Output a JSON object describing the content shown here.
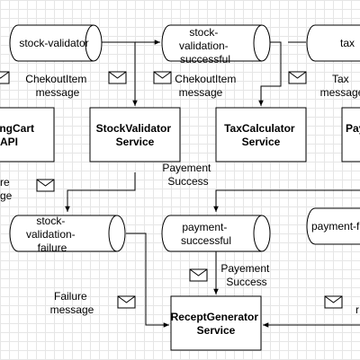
{
  "topics": {
    "stock_validator": "stock-validator",
    "stock_validation_successful": [
      "stock-",
      "validation-",
      "successful"
    ],
    "tax": "tax",
    "stock_validation_failure": [
      "stock-",
      "validation-",
      "failure"
    ],
    "payment_successful": [
      "payment-",
      "successful"
    ],
    "payment_failure": "payment-f"
  },
  "services": {
    "shopping_cart_api": [
      "pingCart",
      "API"
    ],
    "stock_validator_service": [
      "StockValidator",
      "Service"
    ],
    "tax_calculator_service": [
      "TaxCalculator",
      "Service"
    ],
    "payment_service": [
      "Pay"
    ],
    "receipt_generator_service": [
      "ReceptGenerator",
      "Service"
    ]
  },
  "messages": {
    "checkout_item_left": [
      "ChekoutItem",
      "message"
    ],
    "checkout_item_mid": [
      "ChekoutItem",
      "message"
    ],
    "tax_message": [
      "Tax",
      "message"
    ],
    "failure_cut": [
      "re",
      "ge"
    ],
    "payment_success_upper": [
      "Payement",
      "Success"
    ],
    "payment_success_lower": [
      "Payement",
      "Success"
    ],
    "failure_message": [
      "Failure",
      "message"
    ],
    "cut_right": [
      "r"
    ]
  }
}
